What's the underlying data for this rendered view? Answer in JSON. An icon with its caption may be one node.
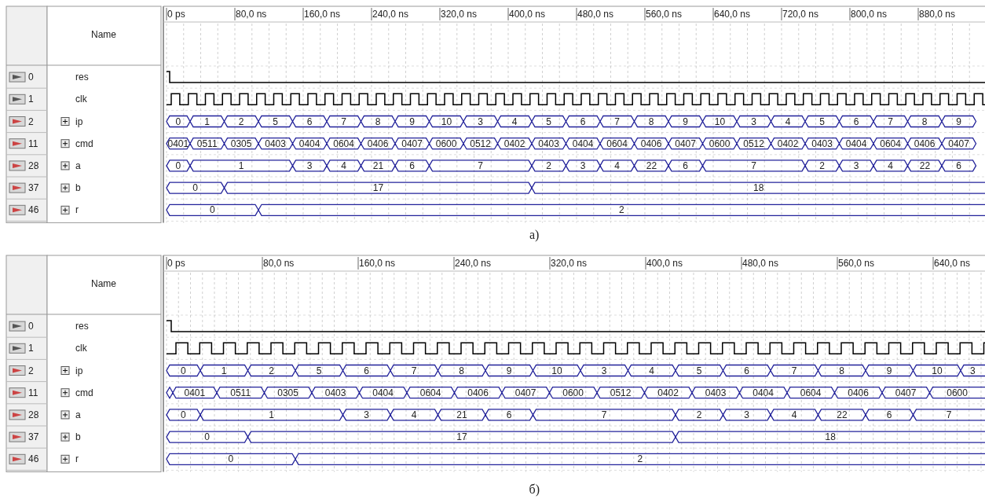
{
  "diagram": {
    "labels": [
      "Name",
      "0 ps",
      "80,0 ns",
      "160,0 ns",
      "240,0 ns",
      "320,0 ns",
      "400,0 ns",
      "480,0 ns",
      "560,0 ns",
      "640,0 ns",
      "720,0 ns",
      "800,0 ns",
      "880,0 ns",
      "0",
      "res",
      "1",
      "clk",
      "2",
      "ip",
      "0",
      "1",
      "2",
      "5",
      "6",
      "7",
      "8",
      "9",
      "10",
      "3",
      "4",
      "5",
      "6",
      "7",
      "8",
      "9",
      "10",
      "3",
      "4",
      "5",
      "6",
      "7",
      "8",
      "9",
      "11",
      "cmd",
      "0401",
      "0511",
      "0305",
      "0403",
      "0404",
      "0604",
      "0406",
      "0407",
      "0600",
      "0512",
      "0402",
      "0403",
      "0404",
      "0604",
      "0406",
      "0407",
      "0600",
      "0512",
      "0402",
      "0403",
      "0404",
      "0604",
      "0406",
      "0407",
      "28",
      "a",
      "0",
      "1",
      "3",
      "4",
      "21",
      "6",
      "7",
      "2",
      "3",
      "4",
      "22",
      "6",
      "7",
      "2",
      "3",
      "4",
      "22",
      "6",
      "37",
      "b",
      "0",
      "17",
      "18",
      "46",
      "r",
      "0",
      "2",
      "а)",
      "Name",
      "0 ps",
      "80,0 ns",
      "160,0 ns",
      "240,0 ns",
      "320,0 ns",
      "400,0 ns",
      "480,0 ns",
      "560,0 ns",
      "640,0 ns",
      "0",
      "res",
      "1",
      "clk",
      "2",
      "ip",
      "0",
      "1",
      "2",
      "5",
      "6",
      "7",
      "8",
      "9",
      "10",
      "3",
      "4",
      "5",
      "6",
      "7",
      "8",
      "9",
      "10",
      "3",
      "11",
      "cmd",
      "0401",
      "0511",
      "0305",
      "0403",
      "0404",
      "0604",
      "0406",
      "0407",
      "0600",
      "0512",
      "0402",
      "0403",
      "0404",
      "0604",
      "0406",
      "0407",
      "0600",
      "28",
      "a",
      "0",
      "1",
      "3",
      "4",
      "21",
      "6",
      "7",
      "2",
      "3",
      "4",
      "22",
      "6",
      "7",
      "37",
      "b",
      "0",
      "17",
      "18",
      "46",
      "r",
      "0",
      "2",
      "б)"
    ]
  }
}
